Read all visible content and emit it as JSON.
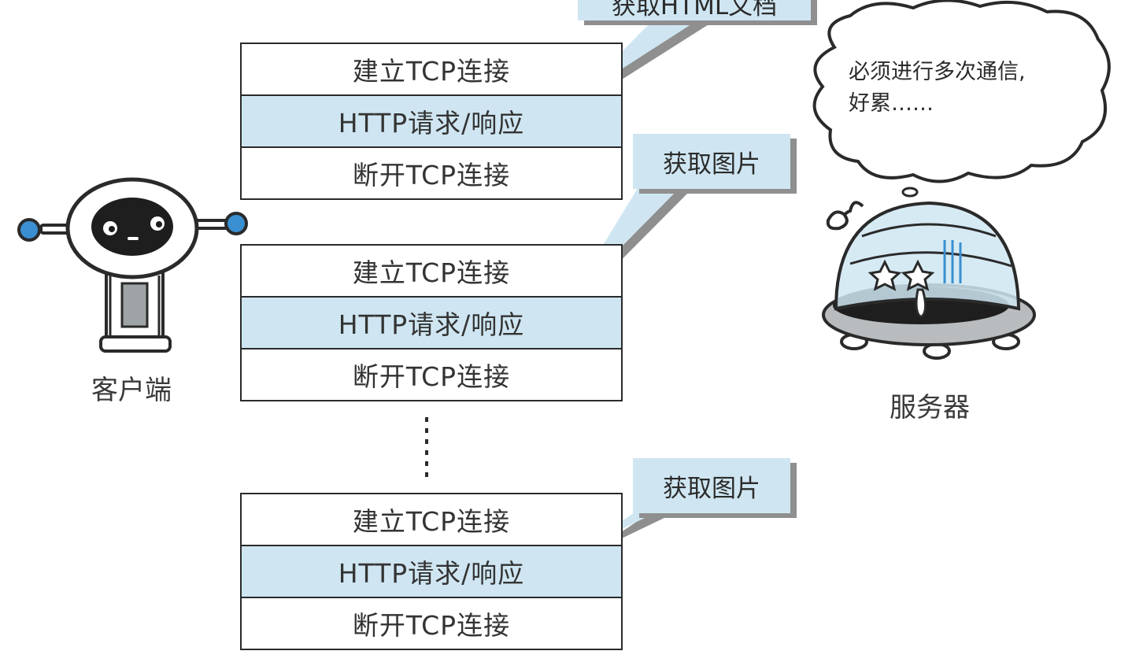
{
  "stacks": [
    {
      "rows": [
        "建立TCP连接",
        "HTTP请求/响应",
        "断开TCP连接"
      ]
    },
    {
      "rows": [
        "建立TCP连接",
        "HTTP请求/响应",
        "断开TCP连接"
      ]
    },
    {
      "rows": [
        "建立TCP连接",
        "HTTP请求/响应",
        "断开TCP连接"
      ]
    }
  ],
  "callouts": {
    "top_partial": "获取HTML文档",
    "second": "获取图片",
    "third": "获取图片"
  },
  "labels": {
    "client": "客户端",
    "server": "服务器"
  },
  "thought": {
    "line1": "必须进行多次通信,",
    "line2": "好累……"
  },
  "ellipsis_dots": 6,
  "colors": {
    "row_highlight": "#cfe6f2",
    "callout_fill": "#cfe6f2",
    "callout_shadow": "#8f8f8f",
    "outline": "#2a2a2a",
    "accent_blue": "#3a8fd0"
  }
}
